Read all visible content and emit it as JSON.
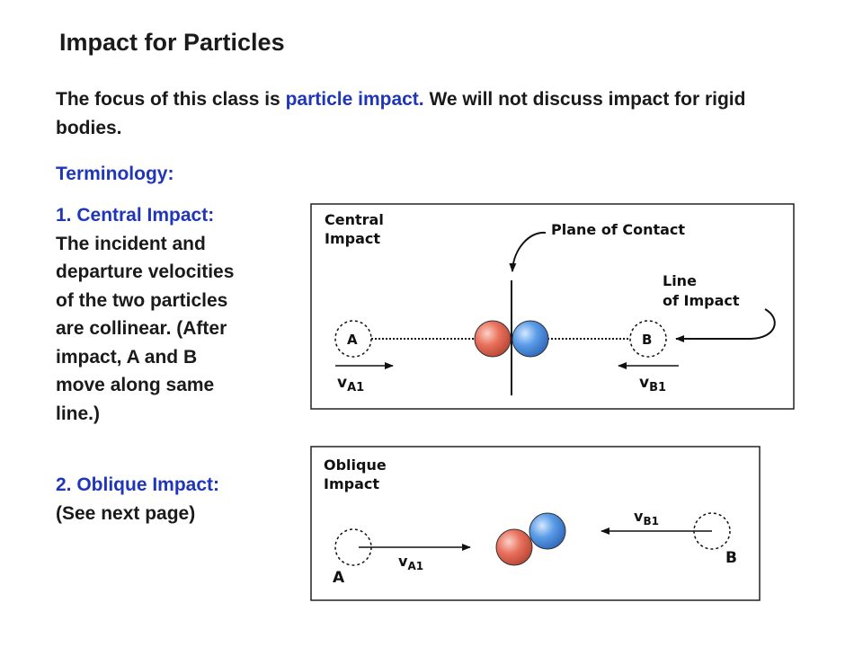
{
  "title": "Impact for Particles",
  "intro": {
    "prefix": "The focus of this class is ",
    "highlight": "particle impact.",
    "suffix": "  We will not discuss impact for rigid bodies."
  },
  "terminology": "Terminology:",
  "central": {
    "heading": "1.  Central Impact:",
    "lines": [
      "The incident and",
      "departure velocities",
      "of the two particles",
      "are collinear.  (After",
      "impact, A and B",
      "move along same",
      "line.)"
    ]
  },
  "oblique": {
    "heading": "2.  Oblique Impact:",
    "note": "(See next page)"
  },
  "figure_central": {
    "title_line1": "Central",
    "title_line2": "Impact",
    "plane_label": "Plane of Contact",
    "line_label_1": "Line",
    "line_label_2": "of Impact",
    "particle_a": "A",
    "particle_b": "B",
    "velocity_a": "v",
    "velocity_a_sub": "A1",
    "velocity_b": "v",
    "velocity_b_sub": "B1"
  },
  "figure_oblique": {
    "title_line1": "Oblique",
    "title_line2": "Impact",
    "particle_a": "A",
    "particle_b": "B",
    "velocity_a": "v",
    "velocity_a_sub": "A1",
    "velocity_b": "v",
    "velocity_b_sub": "B1"
  },
  "colors": {
    "accent_blue_text": "#1f36b8",
    "ball_red": "#e8705c",
    "ball_blue": "#5a9be6"
  }
}
